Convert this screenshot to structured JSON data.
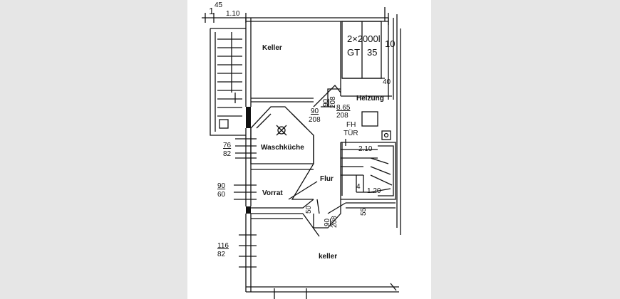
{
  "colors": {
    "background": "#ffffff",
    "side_panel": "#e6e6e6",
    "ink": "#111111"
  },
  "rooms": {
    "keller_top": "Keller",
    "heizung": "Heizung",
    "waschkueche": "Waschküche",
    "vorrat": "Vorrat",
    "flur": "Flur",
    "keller_bottom": "keller"
  },
  "tank": {
    "capacity": "2×2000l",
    "type": "GT",
    "number": "35"
  },
  "dimensions": {
    "top_width_a": "1",
    "top_width_b": "45",
    "top_width_c": "1.10",
    "top_right": "10",
    "right_40": "40",
    "door_heizung_w": "90",
    "door_heizung_h": "208",
    "door_heizung2_w": "8.65",
    "door_heizung2_h": "208",
    "door_wasch_w": "90",
    "door_wasch_h": "208",
    "window_wasch_w": "76",
    "window_wasch_h": "82",
    "window_vorrat_w": "90",
    "window_vorrat_h": "60",
    "window_keller_w": "116",
    "window_keller_h": "82",
    "door_vorrat": "50",
    "door_keller_w": "90",
    "door_keller_h": "208",
    "stair_right": "55",
    "stair_landing": "2.10",
    "stair_bottom": "1.20"
  },
  "fh_label": "FH",
  "tuer_label": "TÜR",
  "stair_mark": "4"
}
